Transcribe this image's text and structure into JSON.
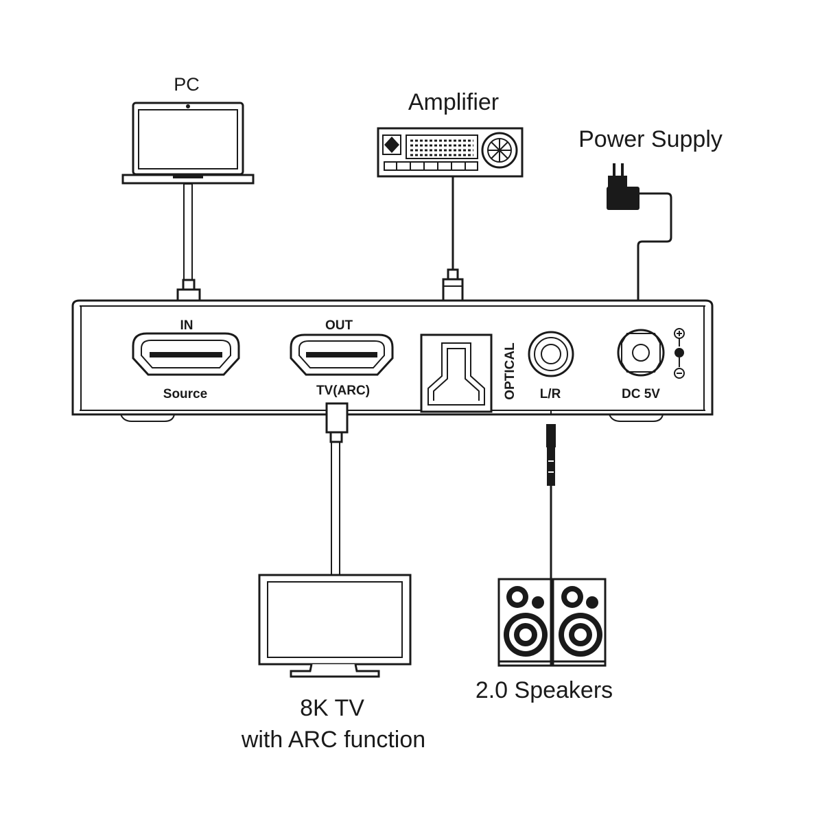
{
  "labels": {
    "pc": "PC",
    "amplifier": "Amplifier",
    "power_supply": "Power Supply",
    "tv_line1": "8K TV",
    "tv_line2": "with ARC function",
    "speakers": "2.0 Speakers"
  },
  "ports": {
    "hdmi_in": "IN",
    "hdmi_in_name": "Source",
    "hdmi_out": "OUT",
    "hdmi_out_name": "TV(ARC)",
    "optical": "OPTICAL",
    "lr": "L/R",
    "dc": "DC  5V"
  },
  "icons": [
    "laptop-icon",
    "amplifier-icon",
    "power-adapter-icon",
    "tv-icon",
    "speakers-icon",
    "hdmi-port-icon",
    "optical-port-icon",
    "audio-jack-icon",
    "dc-jack-icon"
  ]
}
